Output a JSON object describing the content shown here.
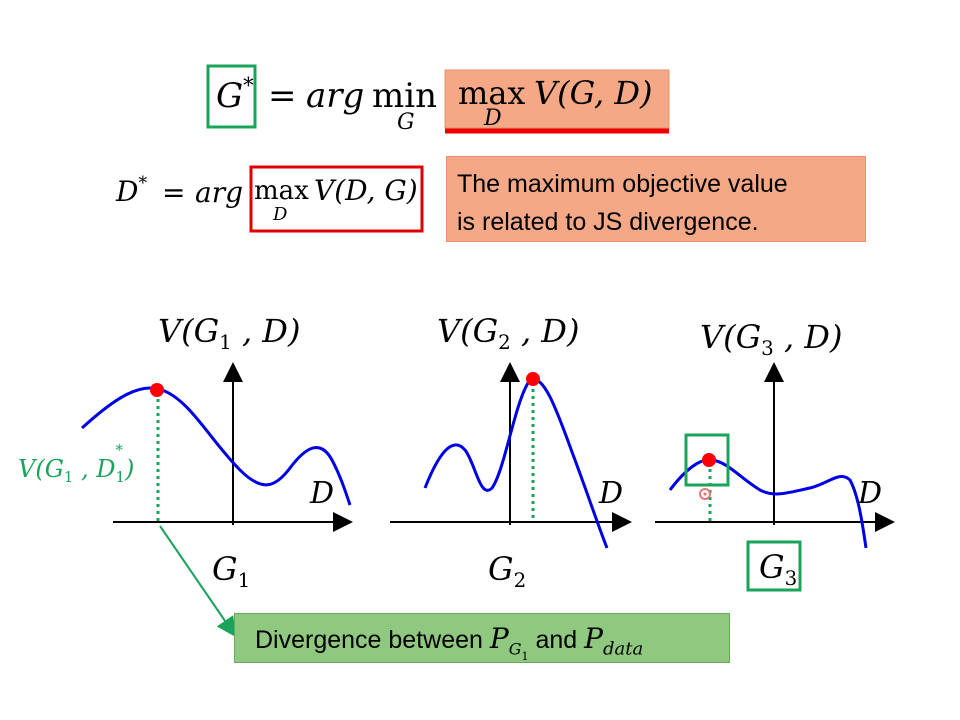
{
  "equation_g": {
    "lhs": "G",
    "lhs_sup": "*",
    "eq": "=",
    "arg": "arg",
    "min": "min",
    "min_sub": "G",
    "max": "max",
    "max_sub": "D",
    "func": "V(G, D)"
  },
  "equation_d": {
    "lhs": "D",
    "lhs_sup": "*",
    "eq": "=",
    "arg": "arg",
    "max": "max",
    "max_sub": "D",
    "func": "V(D, G)"
  },
  "note": {
    "text": "The maximum objective value\nis related to JS divergence."
  },
  "plots": [
    {
      "title_v": "V(G",
      "title_sub": "1",
      "title_end": " , D)",
      "x_label": "D",
      "g_label": "G",
      "g_sub": "1"
    },
    {
      "title_v": "V(G",
      "title_sub": "2",
      "title_end": " , D)",
      "x_label": "D",
      "g_label": "G",
      "g_sub": "2"
    },
    {
      "title_v": "V(G",
      "title_sub": "3",
      "title_end": " , D)",
      "x_label": "D",
      "g_label": "G",
      "g_sub": "3"
    }
  ],
  "max_label": {
    "v": "V(G",
    "sub1": "1",
    "mid": " , D",
    "sub2": "1",
    "sup": "*",
    "end": ")"
  },
  "divergence": {
    "prefix": "Divergence between ",
    "p1": "P",
    "p1_sub": "G",
    "p1_subsub": "1",
    "and": " and ",
    "p2": "P",
    "p2_sub": "data"
  },
  "colors": {
    "curve": "#0000e6",
    "max_point": "#ff0000",
    "highlight_green": "#1aa35a",
    "highlight_red": "#e00000",
    "underline": "#ee0000",
    "note_bg": "#f4a886",
    "divergence_bg": "#8fc87f"
  }
}
